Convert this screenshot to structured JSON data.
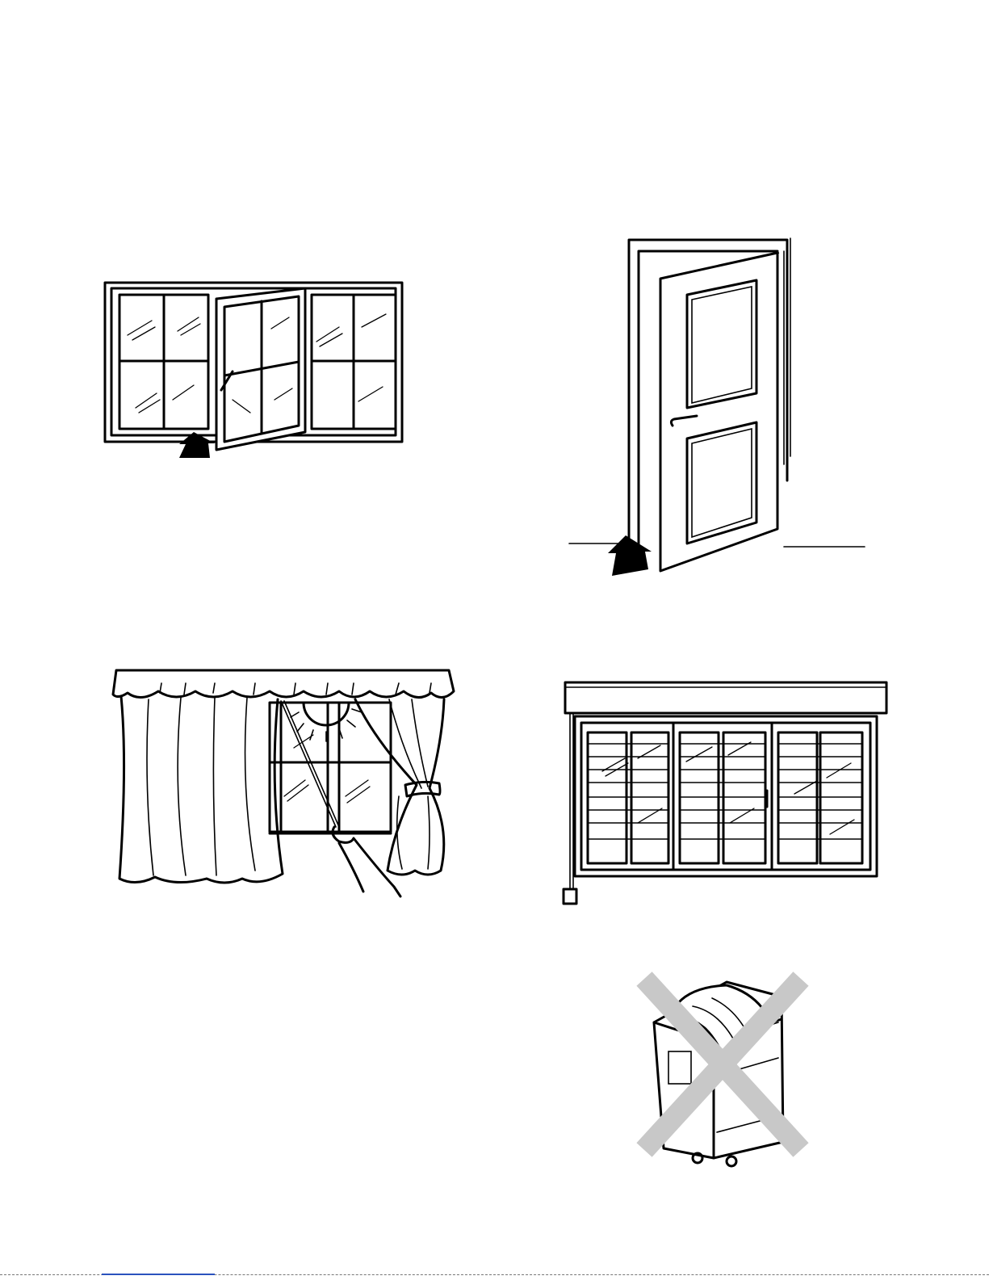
{
  "page": {
    "illustrations": [
      {
        "id": "open-window",
        "icon": "casement-window-open-icon"
      },
      {
        "id": "open-door",
        "icon": "open-door-icon"
      },
      {
        "id": "draw-curtains",
        "icon": "curtains-drawn-back-icon"
      },
      {
        "id": "window-blinds",
        "icon": "window-blinds-icon"
      },
      {
        "id": "do-not-cover-unit",
        "icon": "covered-appliance-prohibited-icon"
      }
    ],
    "colors": {
      "line": "#000000",
      "prohibit_cross": "#c8c8c8",
      "background": "#ffffff",
      "link": "#2a52be"
    }
  }
}
